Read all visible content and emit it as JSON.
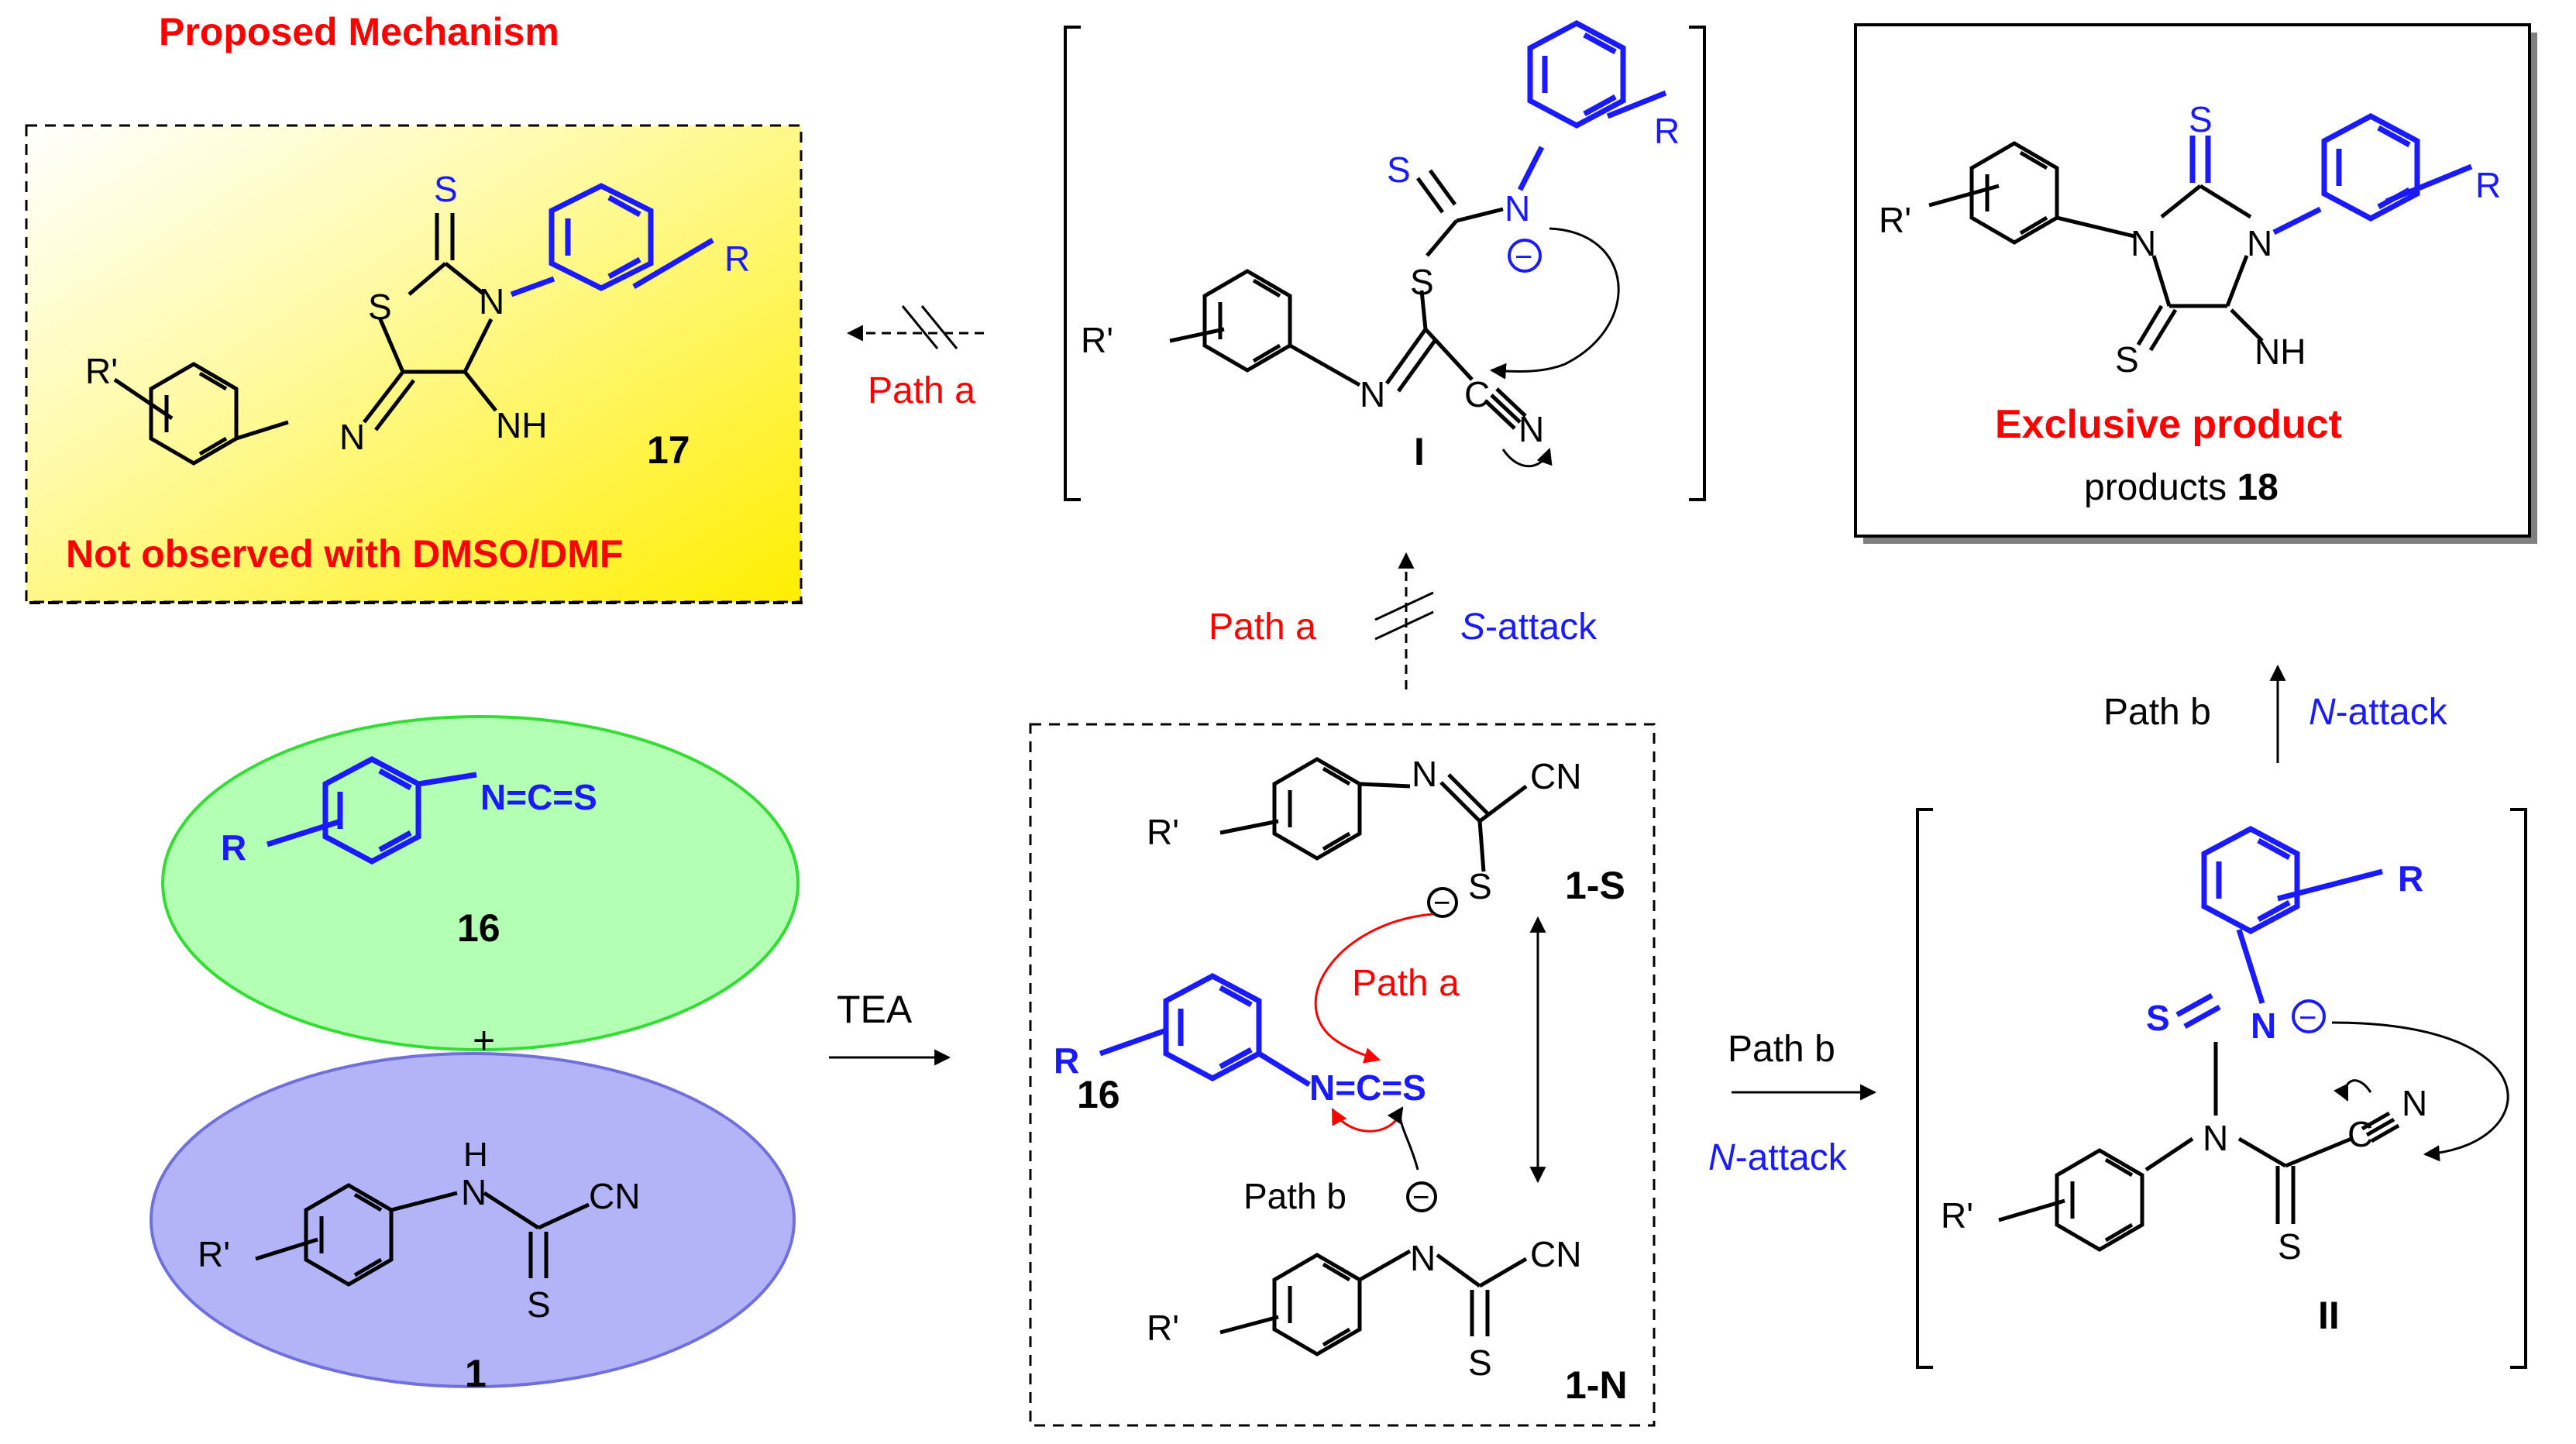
{
  "colors": {
    "red": "#ff0000",
    "blue": "#1a1aff",
    "black": "#000000",
    "yellow_box": "#ffff33",
    "green_oval": "#b3ffb3",
    "green_oval_edge": "#33dd33",
    "purple_oval": "#b3b3f7",
    "purple_oval_edge": "#7070dd",
    "gray_shadow": "#808080"
  },
  "title": "Proposed Mechanism",
  "boxes": {
    "product17_note": "Not observed with DMSO/DMF",
    "product18_note_main": "Exclusive product",
    "product18_note_sub": "products",
    "product18_note_num": "18"
  },
  "compounds": {
    "c16_label": "16",
    "c1_label": "1",
    "c17_label": "17",
    "int_I_label": "I",
    "int_II_label": "II",
    "anion_S_label": "1-S",
    "anion_N_label": "1-N",
    "c16_in_box_label": "16",
    "plus": "+"
  },
  "atoms": {
    "S": "S",
    "N": "N",
    "NH": "NH",
    "H": "H",
    "C": "C",
    "CN": "CN",
    "R": "R",
    "Rp": "R'",
    "NCS": "N=C=S",
    "eq": "=",
    "minus": "−"
  },
  "reagents": {
    "base": "TEA"
  },
  "arrows": {
    "path_a": "Path a",
    "path_b": "Path b",
    "s_attack_italic": "S",
    "s_attack_rest": "-attack",
    "n_attack_italic": "N",
    "n_attack_rest": "-attack"
  }
}
